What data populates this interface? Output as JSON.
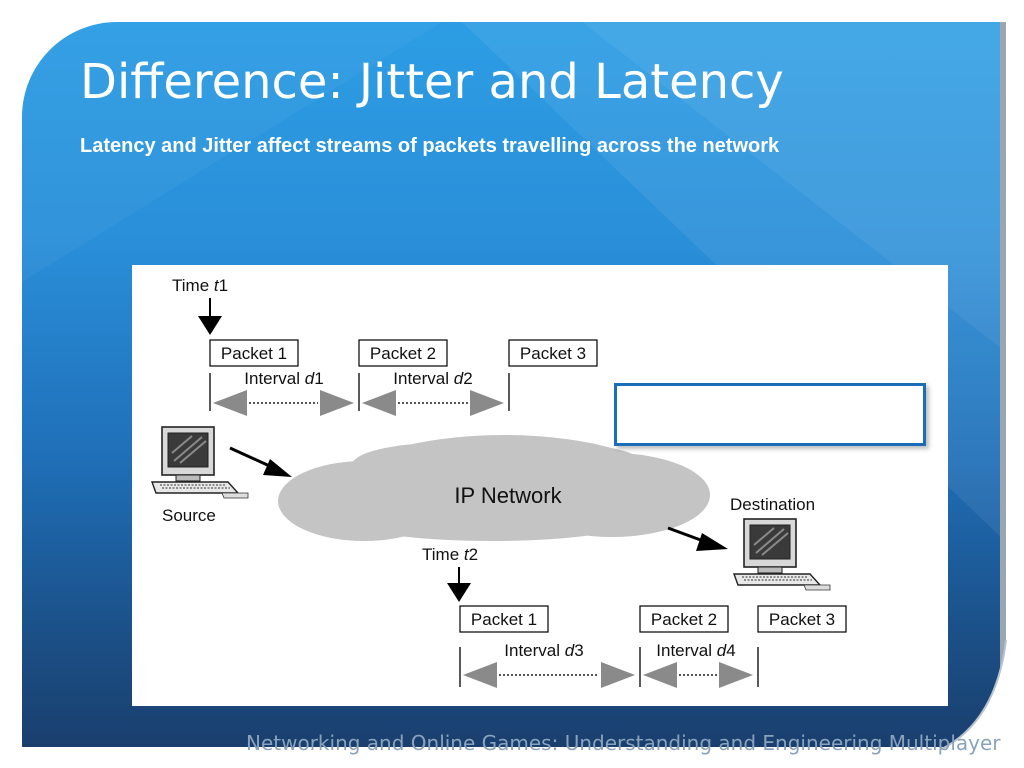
{
  "slide": {
    "title": "Difference: Jitter and Latency",
    "subtitle": "Latency and Jitter affect streams of packets travelling across the network",
    "footer": "Networking and Online Games: Understanding and Engineering Multiplayer Internet Games, GJ Ar..."
  },
  "diagram": {
    "time_t1": {
      "prefix": "Time ",
      "var": "t",
      "num": "1"
    },
    "time_t2": {
      "prefix": "Time ",
      "var": "t",
      "num": "2"
    },
    "top_packets": [
      "Packet 1",
      "Packet 2",
      "Packet 3"
    ],
    "bottom_packets": [
      "Packet 1",
      "Packet 2",
      "Packet 3"
    ],
    "intervals": [
      {
        "prefix": "Interval ",
        "var": "d",
        "num": "1"
      },
      {
        "prefix": "Interval ",
        "var": "d",
        "num": "2"
      },
      {
        "prefix": "Interval ",
        "var": "d",
        "num": "3"
      },
      {
        "prefix": "Interval ",
        "var": "d",
        "num": "4"
      }
    ],
    "network_label": "IP Network",
    "source_label": "Source",
    "destination_label": "Destination"
  },
  "colors": {
    "accent_blue": "#1c6db8",
    "cloud_gray": "#c4c4c4",
    "arrow_gray": "#8a8a8a"
  },
  "icons": [
    "computer-icon",
    "down-arrow-icon",
    "double-arrow-icon"
  ]
}
